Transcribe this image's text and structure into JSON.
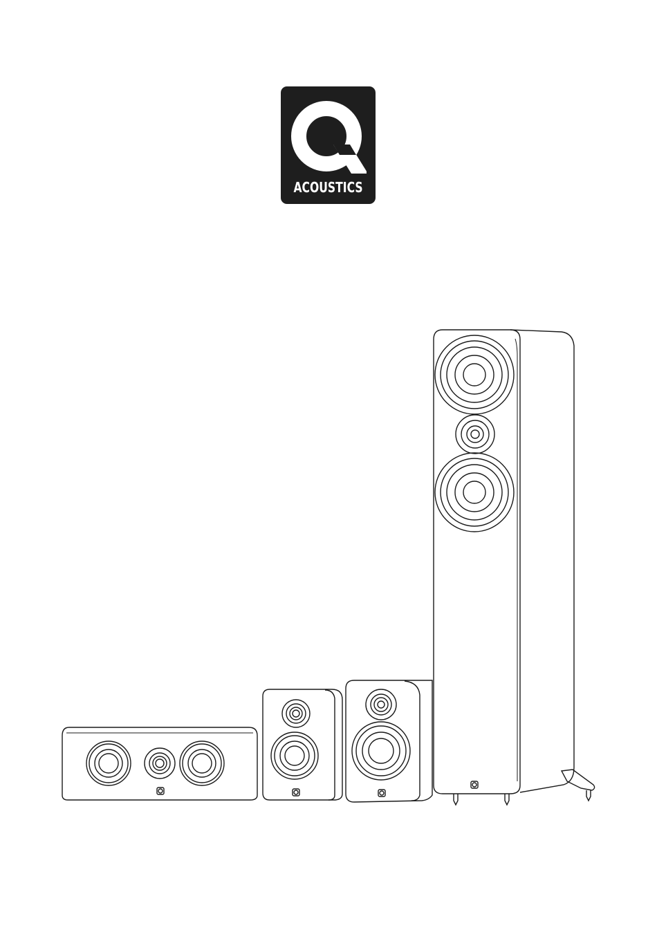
{
  "brand": {
    "logo_text": "ACOUSTICS",
    "logo_letter": "Q",
    "colors": {
      "logo_background": "#1e1e1e",
      "logo_foreground": "#ffffff",
      "line_art": "#1a1a1a"
    }
  },
  "illustration": {
    "speakers": [
      {
        "id": "center-channel",
        "icon": "center-speaker-icon"
      },
      {
        "id": "bookshelf-small",
        "icon": "bookshelf-speaker-icon"
      },
      {
        "id": "bookshelf-large",
        "icon": "bookshelf-speaker-icon"
      },
      {
        "id": "floorstanding",
        "icon": "floorstanding-speaker-icon"
      }
    ]
  }
}
